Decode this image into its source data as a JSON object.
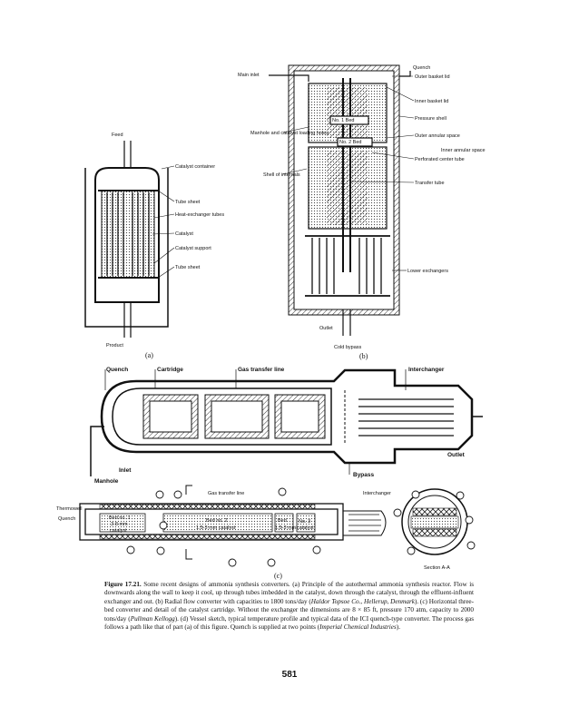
{
  "figure_a": {
    "labels": [
      "Feed",
      "Catalyst container",
      "Tube sheet",
      "Heat-exchanger tubes",
      "Catalyst",
      "Catalyst support",
      "Tube sheet",
      "Product"
    ],
    "tag": "(a)"
  },
  "figure_b": {
    "labels": [
      "Main inlet",
      "Quench",
      "Outer basket lid",
      "Inner basket lid",
      "No. 1 Bed",
      "Pressure shell",
      "Manhole and catalyst loading holes",
      "Outer annular space",
      "No. 2 Bed",
      "Inner annular space",
      "Perforated center tube",
      "Shell of internals",
      "Transfer tube",
      "Lower exchangers",
      "Outlet",
      "Cold bypass"
    ],
    "tag": "(b)"
  },
  "figure_c1": {
    "labels": [
      "Quench",
      "Cartridge",
      "Gas transfer line",
      "Interchanger",
      "Outlet",
      "Inlet",
      "Bypass",
      "Manhole"
    ]
  },
  "figure_c2": {
    "labels": [
      "Gas transfer line",
      "Interchanger",
      "Thermowell",
      "Quench",
      "Bed no. 1",
      "3-8 mm",
      "catalyst",
      "Bed no. 2",
      "1.5-3 mm catalyst",
      "Bed",
      "1.5-3 mm",
      "No. 3",
      "catalyst",
      "Section A-A"
    ],
    "tag": "(c)"
  },
  "caption": {
    "title": "Figure 17.21.",
    "text_1": " Some recent designs of ammonia synthesis converters. (a) Principle of the autothermal ammonia synthesis reactor. Flow is downwards along the wall to keep it cool, up through tubes imbedded in the catalyst, down through the catalyst, through the effluent-influent exchanger and out. (b) Radial flow converter with capacities to 1800 tons/day (",
    "src_1": "Haldor Topsoe Co., Hellerup, Denmark",
    "text_2": "). (c) Horizontal three-bed converter and detail of the catalyst cartridge. Without the exchanger the dimensions are 8 × 85 ft, pressure 170 atm, capacity to 2000 tons/day (",
    "src_2": "Pullman Kellogg",
    "text_3": "). (d) Vessel sketch, typical temperature profile and typical data of the ICI quench-type converter. The process gas follows a path like that of part (a) of this figure. Quench is supplied at two points (",
    "src_3": "Imperial Chemical Industries",
    "text_4": ")."
  },
  "page_number": "581"
}
